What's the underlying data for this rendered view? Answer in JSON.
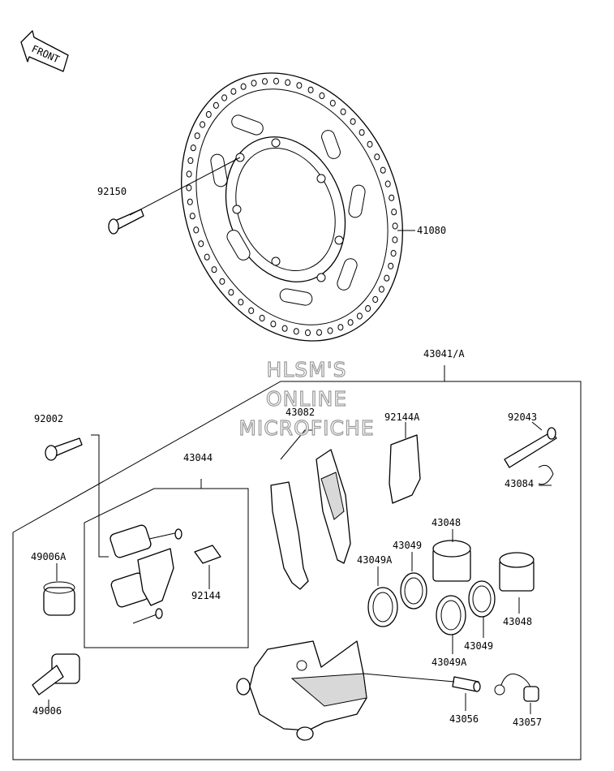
{
  "front_arrow": {
    "text": "FRONT"
  },
  "watermark": {
    "line1": "HLSM'S",
    "line2": "ONLINE",
    "line3": "MICROFICHE"
  },
  "parts": [
    {
      "id": "92150",
      "label": "92150"
    },
    {
      "id": "41080",
      "label": "41080"
    },
    {
      "id": "43041A",
      "label": "43041/A"
    },
    {
      "id": "92002",
      "label": "92002"
    },
    {
      "id": "43082",
      "label": "43082"
    },
    {
      "id": "92144A",
      "label": "92144A"
    },
    {
      "id": "92043",
      "label": "92043"
    },
    {
      "id": "43044",
      "label": "43044"
    },
    {
      "id": "43084",
      "label": "43084"
    },
    {
      "id": "43048a",
      "label": "43048"
    },
    {
      "id": "43049a",
      "label": "43049"
    },
    {
      "id": "49006A",
      "label": "49006A"
    },
    {
      "id": "43049Aa",
      "label": "43049A"
    },
    {
      "id": "92144",
      "label": "92144"
    },
    {
      "id": "43048b",
      "label": "43048"
    },
    {
      "id": "43049b",
      "label": "43049"
    },
    {
      "id": "43049Ab",
      "label": "43049A"
    },
    {
      "id": "49006",
      "label": "49006"
    },
    {
      "id": "43056",
      "label": "43056"
    },
    {
      "id": "43057",
      "label": "43057"
    }
  ]
}
